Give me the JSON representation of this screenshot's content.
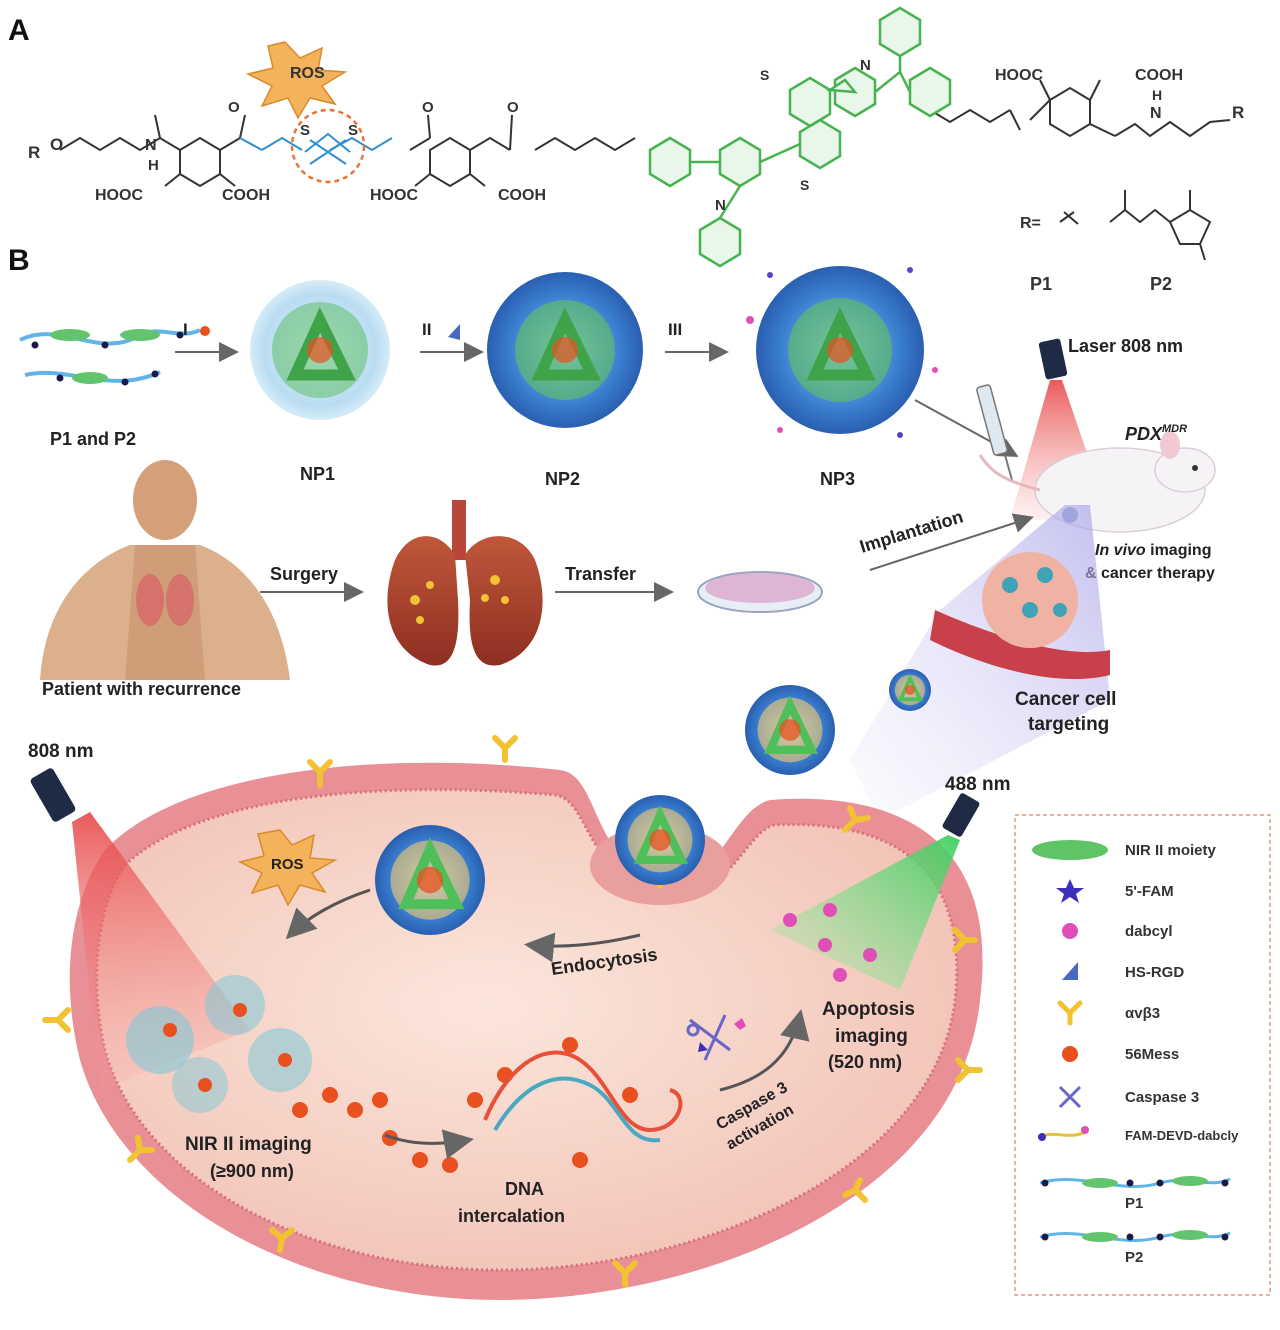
{
  "panels": {
    "a": "A",
    "b": "B"
  },
  "chem": {
    "ros": "ROS",
    "r_left": "R",
    "o_left": "O",
    "nh": "N",
    "h": "H",
    "hooc1": "HOOC",
    "cooh1": "COOH",
    "hooc2": "HOOC",
    "cooh2": "COOH",
    "hooc3": "HOOC",
    "cooh3": "COOH",
    "s": "S",
    "o": "O",
    "n": "N",
    "r_eq": "R=",
    "p1": "P1",
    "p2": "P2",
    "nh_right": "N",
    "h_right": "H",
    "r_right": "R"
  },
  "steps": {
    "i": "I",
    "ii": "II",
    "iii": "III"
  },
  "labels": {
    "p1p2": "P1 and P2",
    "np1": "NP1",
    "np2": "NP2",
    "np3": "NP3",
    "laser808_top": "Laser 808 nm",
    "pdx": "PDX",
    "pdx_sup": "MDR",
    "implantation": "Implantation",
    "invivo_1a": "In vivo",
    "invivo_1b": " imaging",
    "invivo_2": "& cancer therapy",
    "surgery": "Surgery",
    "transfer": "Transfer",
    "patient": "Patient with recurrence",
    "targeting_1": "Cancer cell",
    "targeting_2": "targeting",
    "nm808": "808 nm",
    "nm488": "488 nm",
    "ros_cell": "ROS",
    "endocytosis": "Endocytosis",
    "apoptosis_1": "Apoptosis",
    "apoptosis_2": "imaging",
    "apoptosis_3": "(520 nm)",
    "nir_1": "NIR II imaging",
    "nir_2": "(≥900 nm)",
    "caspase_1": "Caspase 3",
    "caspase_2": "activation",
    "dna_1": "DNA",
    "dna_2": "intercalation"
  },
  "legend": {
    "items": [
      "NIR II moiety",
      "5'-FAM",
      "dabcyl",
      "HS-RGD",
      "αvβ3",
      "56Mess",
      "Caspase 3",
      "FAM-DEVD-dabcly",
      "P1",
      "P2"
    ]
  },
  "colors": {
    "green_core": "#4fbf5a",
    "blue_shell": "#3a7fd0",
    "membrane": "#e98f96",
    "cytoplasm": "#f7d5c8",
    "laser_red": "#e84848",
    "laser_green": "#3fcf5f",
    "ros_burst": "#f4b25a",
    "receptor_yellow": "#f1c232",
    "drug_red": "#e8501f"
  }
}
